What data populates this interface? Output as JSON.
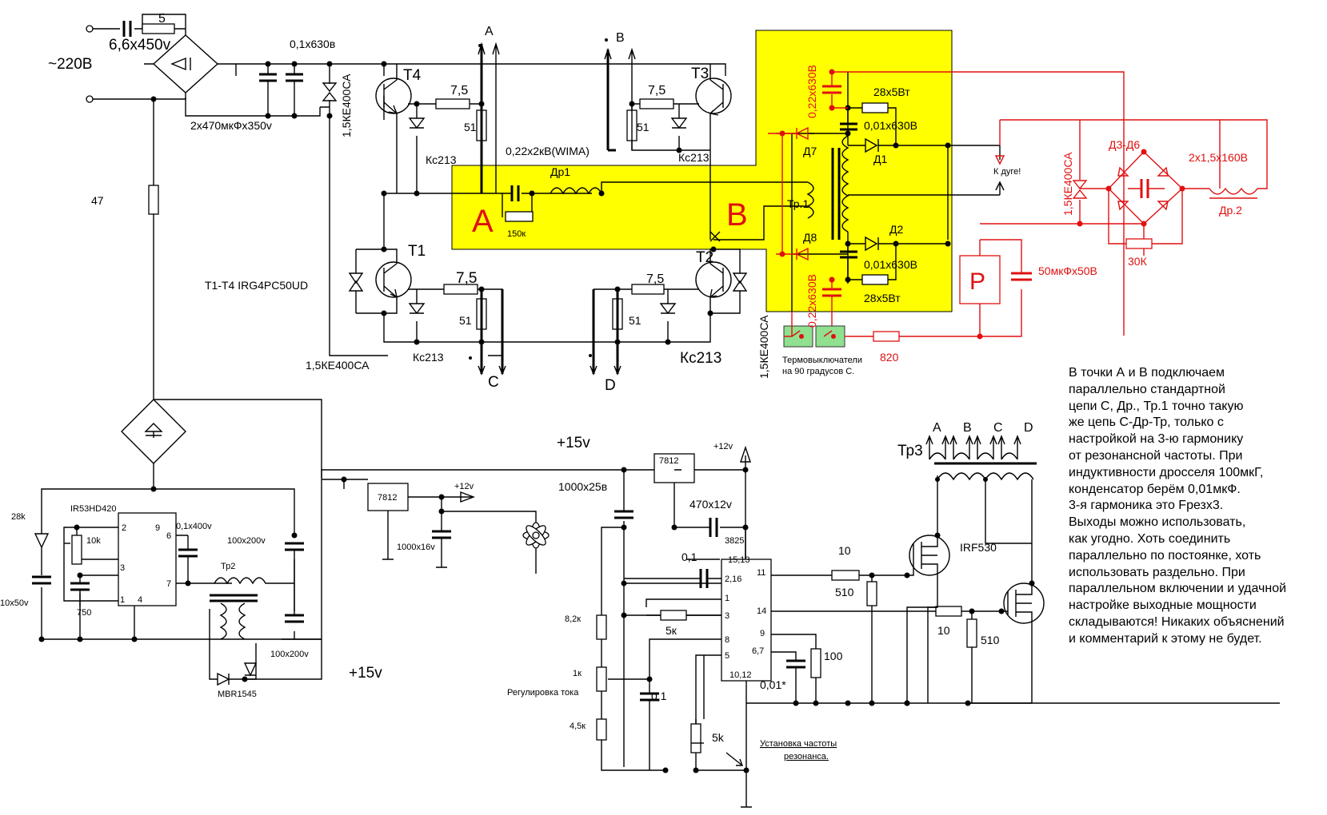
{
  "labels": {
    "mains": "~220В",
    "c_in": "6,6x450v",
    "r_in": "5",
    "c_filt": "0,1x630в",
    "c_bulk": "2x470мкФx350v",
    "tvs_top": "1,5КЕ400СА",
    "node_a_small": "A",
    "node_b_small": "B",
    "t4": "T4",
    "t3": "T3",
    "t1": "T1",
    "t2": "T2",
    "r75_t4": "7,5",
    "r75_t3": "7,5",
    "r75_t1": "7,5",
    "r75_t2": "7,5",
    "r51_t4": "51",
    "r51_t3": "51",
    "r51_t1": "51",
    "r51_t2": "51",
    "kc_t4": "Кс213",
    "kc_t3": "Кс213",
    "kc_t1": "Кс213",
    "kc_t2": "Кс213",
    "wima": "0,22x2кВ(WIMA)",
    "dr1": "Др1",
    "r150": "150к",
    "big_a": "A",
    "big_b": "B",
    "transistors": "T1-T4 IRG4PC50UD",
    "tvs_left": "1,5КЕ400СА",
    "tvs_right": "1,5КЕ400СА",
    "out_c": "C",
    "out_d": "D",
    "r47": "47",
    "c022_top": "0,22x630В",
    "c022_bot": "0,22x630В",
    "r28_top": "28x5Вт",
    "r28_bot": "28x5Вт",
    "c001_top": "0,01x630В",
    "c001_bot": "0,01x630В",
    "d7": "Д7",
    "d8": "Д8",
    "d1": "Д1",
    "d2": "Д2",
    "tr1": "Тр.1",
    "k_duge": "К дуге!",
    "tvs_red": "1,5КЕ400СА",
    "d3d6": "Д3-Д6",
    "c_red": "2x1,5x160В",
    "dr2": "Др.2",
    "r30k": "30К",
    "relay": "P",
    "c50": "50мкФx50В",
    "r820": "820",
    "thermo1": "Термовыключатели",
    "thermo2": "на 90 градусов С.",
    "p15v_top": "+15v",
    "p15v_bot": "+15v",
    "ic_driver": "IR53HD420",
    "r28k": "28k",
    "c10x50": "10x50v",
    "r10k": "10k",
    "r750": "750",
    "c01x400": "0,1x400v",
    "tp2": "Тр2",
    "c100x200_a": "100x200v",
    "c100x200_b": "100x200v",
    "mbr": "MBR1545",
    "reg_small": "7812",
    "p12v_a": "+12v",
    "c1000x16": "1000x16v",
    "reg_big": "7812",
    "p12v_b": "+12v",
    "c1000x25": "1000x25в",
    "c470x12": "470x12v",
    "ic_pwm": "3825",
    "c01_a": "0,1",
    "c01_b": "0,1",
    "r82k": "8,2к",
    "r1k": "1к",
    "r45k": "4,5к",
    "reg_current": "Регулировка тока",
    "r5k_a": "5к",
    "r5k_b": "5k",
    "c001star": "0,01*",
    "r100": "100",
    "r10_a": "10",
    "r10_b": "10",
    "r510_a": "510",
    "r510_b": "510",
    "irf": "IRF530",
    "tp3": "Тр3",
    "tp3_a": "A",
    "tp3_b": "B",
    "tp3_c": "C",
    "tp3_d": "D",
    "set_freq1": "Установка частоты",
    "set_freq2": "резонанса.",
    "pin_1513": "15,13",
    "pin_216": "2,16",
    "pin_1": "1",
    "pin_3": "3",
    "pin_8": "8",
    "pin_5": "5",
    "pin_1012": "10,12",
    "pin_11": "11",
    "pin_14": "14",
    "pin_9": "9",
    "pin_67": "6,7",
    "drv_2": "2",
    "drv_9": "9",
    "drv_6": "6",
    "drv_3": "3",
    "drv_7": "7",
    "drv_1": "1",
    "drv_4": "4"
  },
  "note_lines": [
    "В точки А и В подключаем",
    "параллельно стандартной",
    "цепи С, Др., Тр.1 точно такую",
    "же цепь С-Др-Тр, только с",
    "настройкой на 3-ю гармонику",
    "от резонансной частоты. При",
    "индуктивности дросселя 100мкГ,",
    "конденсатор берём 0,01мкФ.",
    "3-я гармоника это Fрезх3.",
    "Выходы можно использовать,",
    "как угодно. Хоть соединить",
    "параллельно по постоянке, хоть",
    "использовать раздельно. При",
    "параллельном включении и удачной",
    "настройке выходные мощности",
    "складываются! Никаких объяснений",
    "и комментарий к этому не будет."
  ],
  "colors": {
    "highlight": "#ffff00",
    "accent": "#e01010",
    "thermo": "#90e090"
  }
}
